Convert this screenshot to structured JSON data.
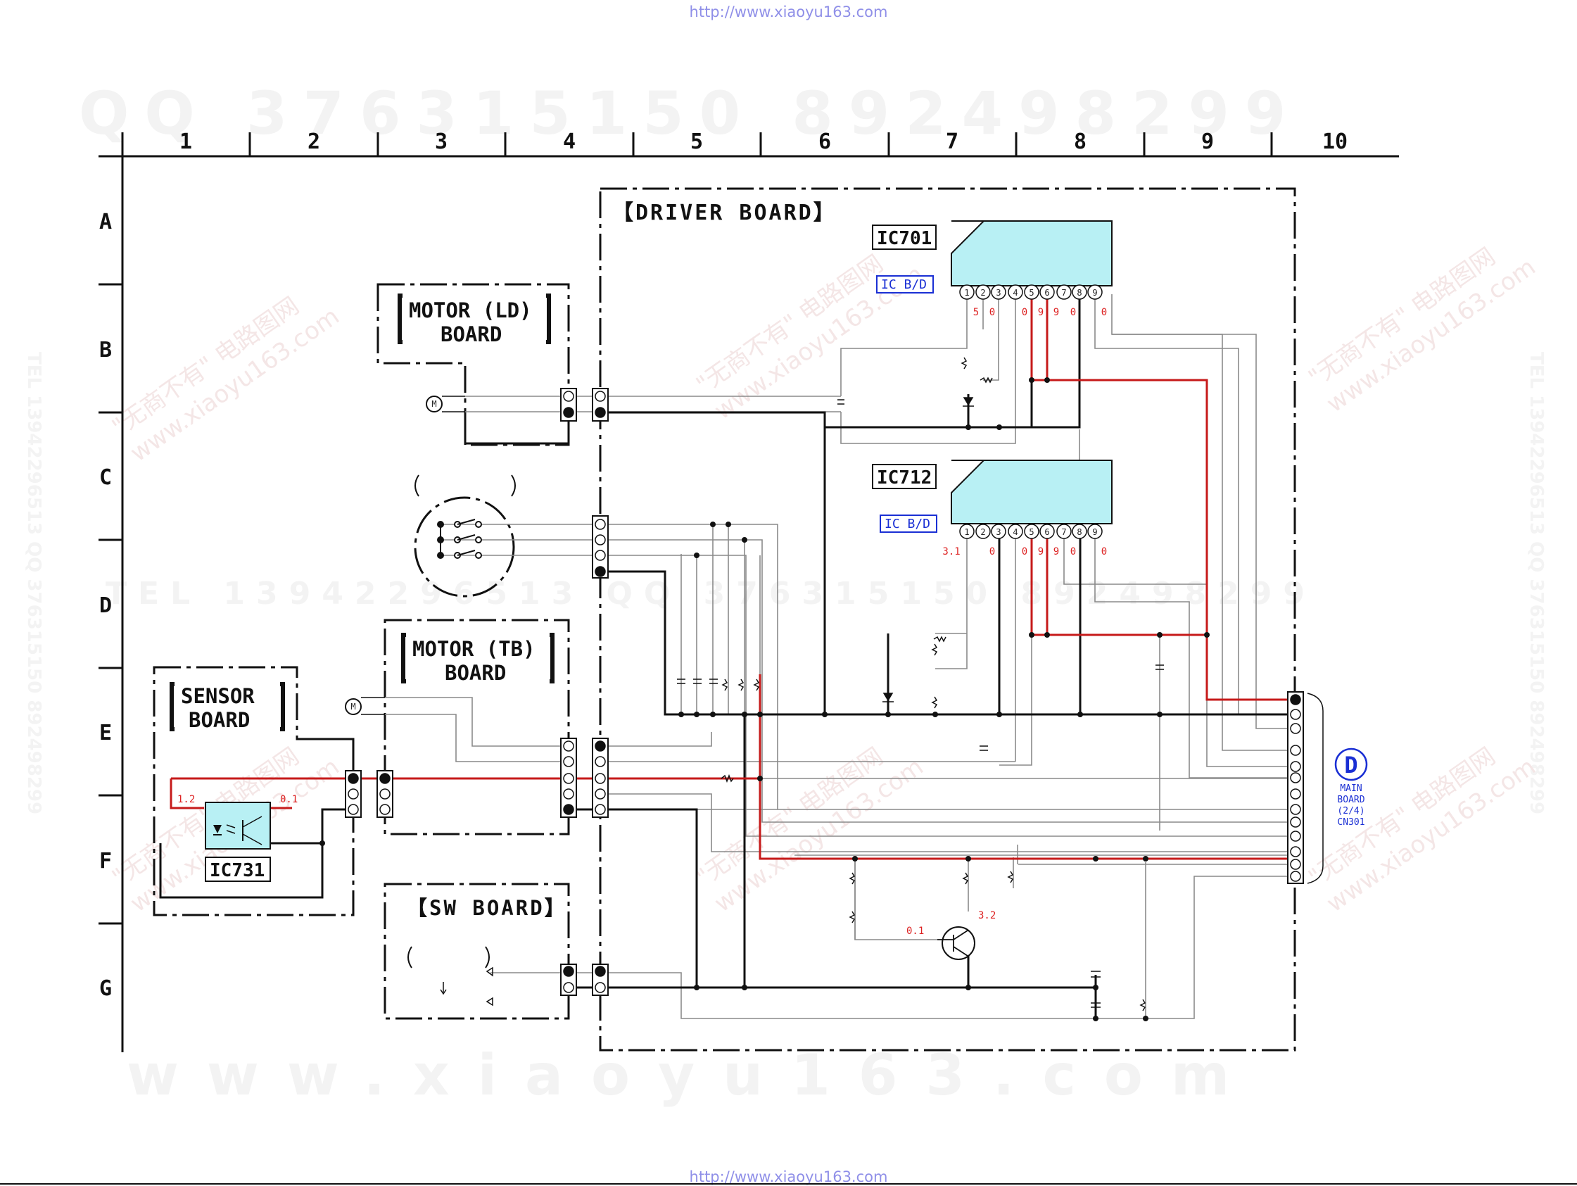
{
  "watermark": {
    "url_top": "http://www.xiaoyu163.com",
    "url_bottom": "http://www.xiaoyu163.com",
    "qq_line": "QQ 376315150    892498299",
    "tel_line": "TEL 13942296513   QQ 376315150   892498299",
    "mid_line": "TEL 13942296513   QQ 376315150   892498299",
    "site_line": "www.xiaoyu163.com",
    "diag_cn": "\"无商不有\" 电路图网",
    "diag_url": "www.xiaoyu163.com"
  },
  "grid": {
    "columns": [
      "1",
      "2",
      "3",
      "4",
      "5",
      "6",
      "7",
      "8",
      "9",
      "10"
    ],
    "rows": [
      "A",
      "B",
      "C",
      "D",
      "E",
      "F",
      "G"
    ]
  },
  "boards": {
    "driver": "【DRIVER BOARD】",
    "motor_ld_1": "MOTOR (LD)",
    "motor_ld_2": "BOARD",
    "motor_tb_1": "MOTOR (TB)",
    "motor_tb_2": "BOARD",
    "sensor_1": "SENSOR",
    "sensor_2": "BOARD",
    "sw": "【SW BOARD】"
  },
  "ics": {
    "ic701": "IC701",
    "ic712": "IC712",
    "ic731": "IC731",
    "ic_bd_1": "IC B/D",
    "ic_bd_2": "IC B/D"
  },
  "ic701_pins": [
    "1",
    "2",
    "3",
    "4",
    "5",
    "6",
    "7",
    "8",
    "9"
  ],
  "ic712_pins": [
    "1",
    "2",
    "3",
    "4",
    "5",
    "6",
    "7",
    "8",
    "9"
  ],
  "ic701_voltages": [
    "5",
    "0",
    "",
    "0",
    "9",
    "9",
    "0",
    "",
    "0"
  ],
  "ic712_voltages": [
    "3.1",
    "0",
    "",
    "0",
    "9",
    "9",
    "0",
    "",
    "0"
  ],
  "voltages": {
    "sensor_in": "1.2",
    "sensor_out": "0.1",
    "q_base": "0.1",
    "q_collector": "3.2"
  },
  "main_board": {
    "letter": "D",
    "line1": "MAIN",
    "line2": "BOARD",
    "line3": "(2/4)",
    "line4": "CN301"
  },
  "motor_symbol": "M",
  "colors": {
    "wire": "#222222",
    "thin": "#888888",
    "red": "#c61a1a",
    "ic_fill": "#b8f0f4",
    "accent": "#1a2fd4"
  }
}
